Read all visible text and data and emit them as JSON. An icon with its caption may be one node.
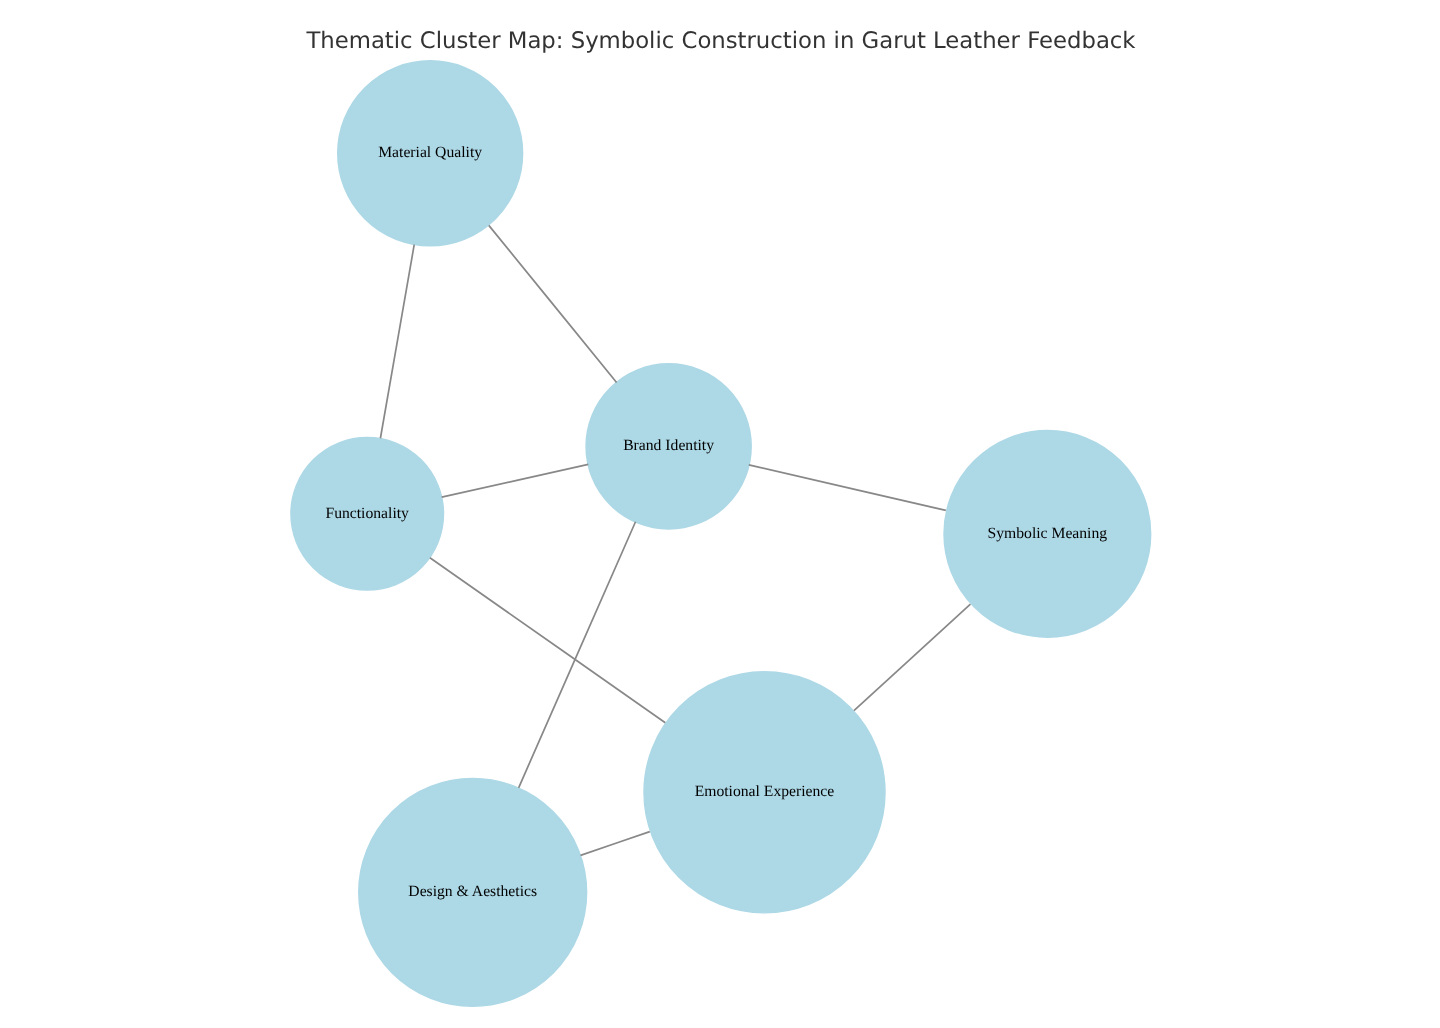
{
  "diagram": {
    "title": "Thematic Cluster Map: Symbolic Construction in Garut Leather Feedback",
    "nodes": [
      {
        "text": [
          "Design & Aesthetics"
        ]
      },
      {
        "text": [
          "Symbolic Meaning"
        ]
      },
      {
        "text": [
          "Emotional Experience"
        ]
      },
      {
        "text": [
          "Brand Identity"
        ]
      },
      {
        "text": [
          "Functionality"
        ]
      },
      {
        "text": [
          "Material Quality"
        ]
      }
    ],
    "edges": [
      {
        "from": 1,
        "to": 3,
        "arrow": "none"
      },
      {
        "from": 1,
        "to": 2,
        "arrow": "none"
      },
      {
        "from": 0,
        "to": 3,
        "arrow": "none"
      },
      {
        "from": 0,
        "to": 2,
        "arrow": "none"
      },
      {
        "from": 2,
        "to": 4,
        "arrow": "none"
      },
      {
        "from": 3,
        "to": 4,
        "arrow": "none"
      },
      {
        "from": 3,
        "to": 5,
        "arrow": "none"
      },
      {
        "from": 5,
        "to": 4,
        "arrow": "none"
      }
    ]
  }
}
